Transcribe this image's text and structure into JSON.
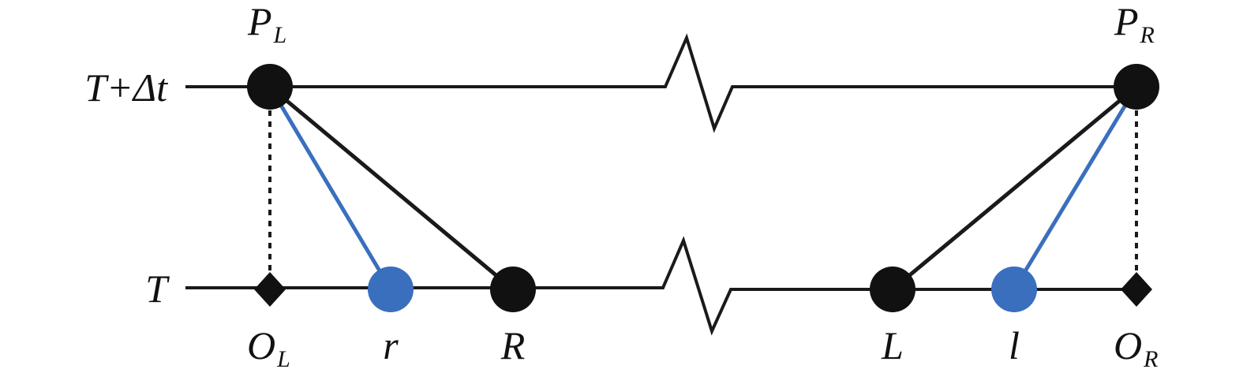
{
  "time_labels": {
    "upper": "T+Δt",
    "lower": "T"
  },
  "nodes": {
    "PL": {
      "main": "P",
      "sub": "L"
    },
    "PR": {
      "main": "P",
      "sub": "R"
    },
    "OL": {
      "main": "O",
      "sub": "L"
    },
    "OR": {
      "main": "O",
      "sub": "R"
    },
    "r": {
      "main": "r"
    },
    "R": {
      "main": "R"
    },
    "L": {
      "main": "L"
    },
    "l": {
      "main": "l"
    }
  },
  "colors": {
    "line": "#1a1a1a",
    "node_black": "#111111",
    "node_blue": "#3a6fbd",
    "blue_line": "#3a6fbd"
  }
}
